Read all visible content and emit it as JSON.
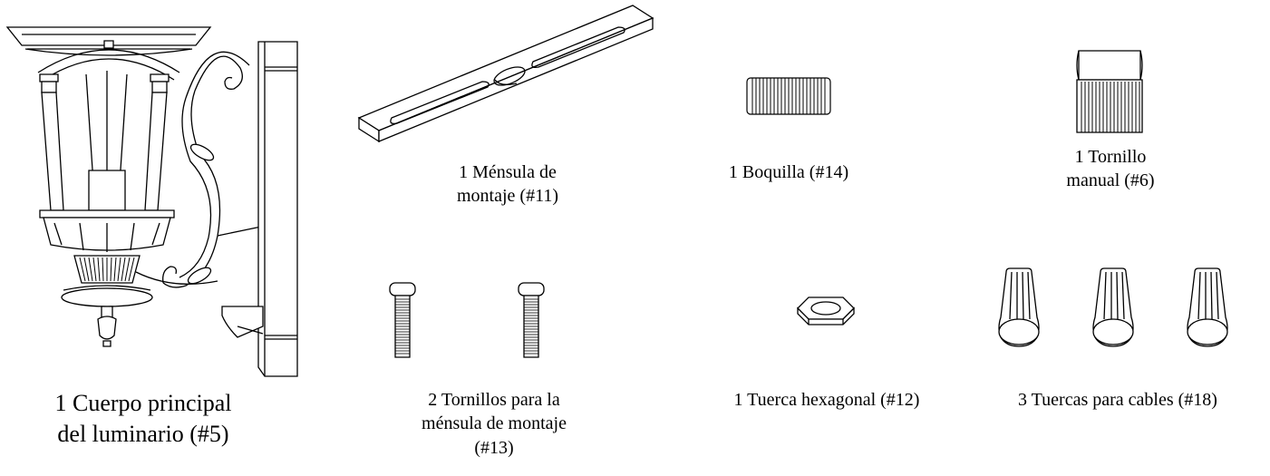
{
  "parts": {
    "main_body": {
      "line1": "1 Cuerpo principal",
      "line2": "del luminario (#5)"
    },
    "bracket": {
      "line1": "1 Ménsula de",
      "line2": "montaje (#11)"
    },
    "nipple": {
      "line1": "1 Boquilla (#14)"
    },
    "thumb_screw": {
      "line1": "1 Tornillo",
      "line2": "manual (#6)"
    },
    "bracket_screws": {
      "line1": "2 Tornillos para la",
      "line2": "ménsula de montaje",
      "line3": "(#13)"
    },
    "hex_nut": {
      "line1": "1 Tuerca hexagonal (#12)"
    },
    "wire_nuts": {
      "line1": "3 Tuercas para cables (#18)"
    }
  }
}
